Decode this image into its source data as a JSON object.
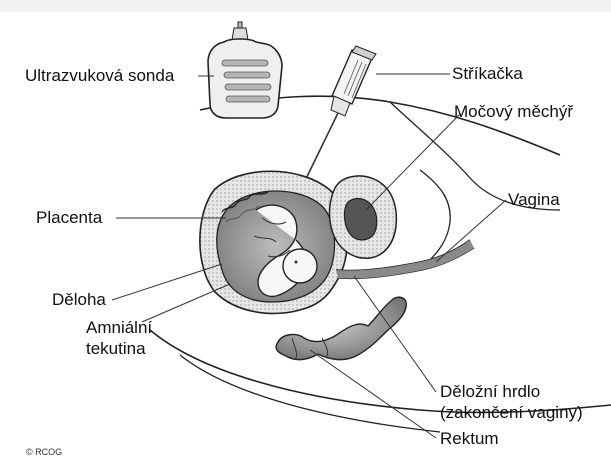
{
  "labels": {
    "probe": "Ultrazvuková sonda",
    "syringe": "Stříkačka",
    "bladder": "Močový měchýř",
    "vagina": "Vagina",
    "placenta": "Placenta",
    "uterus": "Děloha",
    "amniotic": [
      "Amniální",
      "tekutina"
    ],
    "cervix": [
      "Děložní hrdlo",
      "(zakončení vaginy)"
    ],
    "rectum": "Rektum"
  },
  "copyright": "© RCOG"
}
